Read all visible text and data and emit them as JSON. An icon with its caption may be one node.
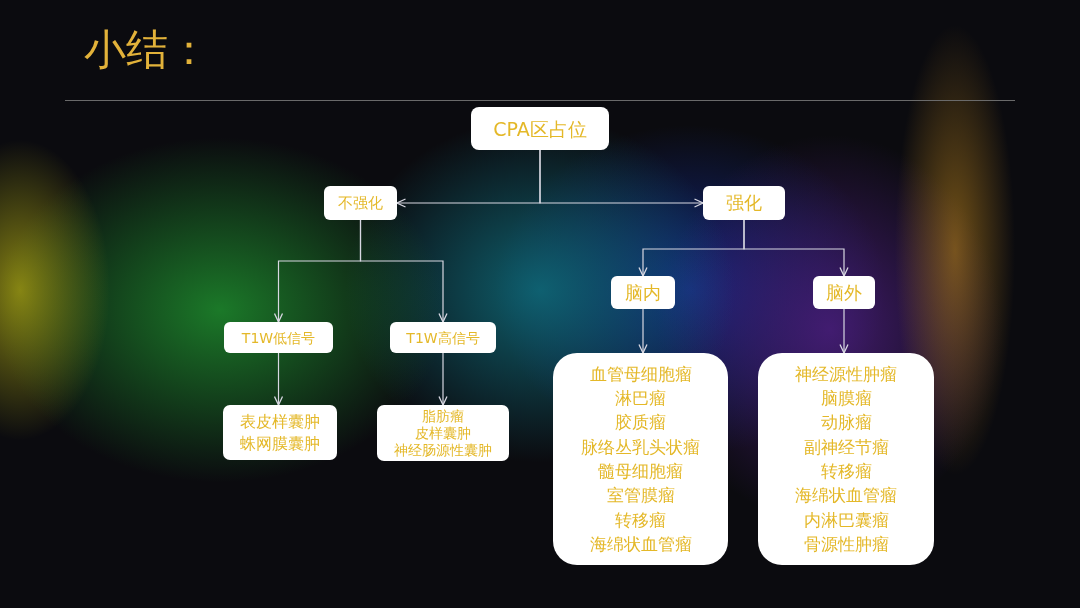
{
  "diagram": {
    "title": "小结：",
    "nodes": [
      {
        "text": [
          "CPA区占位"
        ]
      },
      {
        "text": [
          "不强化"
        ]
      },
      {
        "text": [
          "强化"
        ]
      },
      {
        "text": [
          "T1W低信号"
        ]
      },
      {
        "text": [
          "T1W高信号"
        ]
      },
      {
        "text": [
          "脑内"
        ]
      },
      {
        "text": [
          "脑外"
        ]
      },
      {
        "text": [
          "表皮样囊肿",
          "蛛网膜囊肿"
        ]
      },
      {
        "text": [
          "脂肪瘤",
          "皮样囊肿",
          "神经肠源性囊肿"
        ]
      },
      {
        "text": [
          "血管母细胞瘤",
          "淋巴瘤",
          "胶质瘤",
          "脉络丛乳头状瘤",
          "髓母细胞瘤",
          "室管膜瘤",
          "转移瘤",
          "海绵状血管瘤"
        ]
      },
      {
        "text": [
          "神经源性肿瘤",
          "脑膜瘤",
          "动脉瘤",
          "副神经节瘤",
          "转移瘤",
          "海绵状血管瘤",
          "内淋巴囊瘤",
          "骨源性肿瘤"
        ]
      }
    ],
    "edges": [
      {
        "from": 0,
        "to": 1,
        "arrow": "to"
      },
      {
        "from": 0,
        "to": 2,
        "arrow": "to"
      },
      {
        "from": 1,
        "to": 3,
        "arrow": "to"
      },
      {
        "from": 1,
        "to": 4,
        "arrow": "to"
      },
      {
        "from": 2,
        "to": 5,
        "arrow": "to"
      },
      {
        "from": 2,
        "to": 6,
        "arrow": "to"
      },
      {
        "from": 3,
        "to": 7,
        "arrow": "to"
      },
      {
        "from": 4,
        "to": 8,
        "arrow": "to"
      },
      {
        "from": 5,
        "to": 9,
        "arrow": "to"
      },
      {
        "from": 6,
        "to": 10,
        "arrow": "to"
      }
    ]
  }
}
